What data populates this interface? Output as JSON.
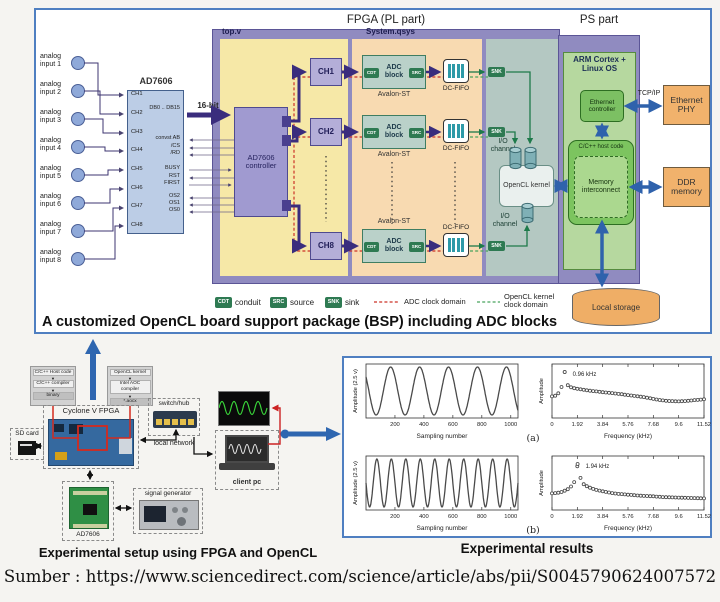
{
  "bsp": {
    "fpga_title": "FPGA (PL part)",
    "ps_title": "PS part",
    "topv": "top.v",
    "qsys": "System.qsys",
    "caption": "A customized OpenCL board support package (BSP) including ADC blocks",
    "analog_inputs": [
      "analog input 1",
      "analog input 2",
      "analog input 3",
      "analog input 4",
      "analog input 5",
      "analog input 6",
      "analog input 7",
      "analog input 8"
    ],
    "ad7606": {
      "label": "AD7606",
      "pins_left": [
        "CH1",
        "CH2",
        "CH3",
        "CH4",
        "CH5",
        "CH6",
        "CH7",
        "CH8"
      ],
      "pin_db": "DB0 .. DB15",
      "bus": "16-bit",
      "pins_ctrl": [
        "convst AB",
        "/CS",
        "/RD"
      ],
      "pins_status": [
        "BUSY",
        "RST",
        "FIRST"
      ],
      "pins_os": [
        "OS2",
        "OS1",
        "OS0"
      ]
    },
    "controller": "AD7606 controller",
    "channels": [
      "CH1",
      "CH2",
      "CH8"
    ],
    "adc": {
      "block": "ADC block",
      "avalon": "Avalon-ST",
      "fifo": "DC-FIFO",
      "cdt": "CDT",
      "src": "SRC",
      "snk": "SNK"
    },
    "io": {
      "channel": "I/O channel",
      "kernel": "OpenCL kernel"
    },
    "ps": {
      "arm": "ARM Cortex + Linux OS",
      "eth": "Ethernet controller",
      "host": "C/C++ host code",
      "mem": "Memory interconnect",
      "tcp": "TCP/IP",
      "phy": "Ethernet PHY",
      "ddr": "DDR memory",
      "storage": "Local storage"
    },
    "legend": {
      "cdt_tag": "CDT",
      "cdt": "conduit",
      "src_tag": "SRC",
      "src": "source",
      "snk_tag": "SNK",
      "snk": "sink",
      "adc_clock": "ADC clock domain",
      "opencl_clock": "OpenCL kernel clock domain"
    }
  },
  "setup": {
    "caption": "Experimental setup using FPGA and OpenCL",
    "flows": {
      "host": [
        "C/C++ Host code",
        "C/C++ compiler",
        "binary"
      ],
      "kernel": [
        "OpenCL kernel",
        "Intel AOC compiler",
        "*.aocx"
      ]
    },
    "fpga": "Cyclone V FPGA",
    "sd": "SD card",
    "switch": "switch/hub",
    "network": "local network",
    "client": "client pc",
    "siggen": "signal generator",
    "adc_board": "AD7606"
  },
  "results": {
    "caption": "Experimental results",
    "a": "(a)",
    "b": "(b)"
  },
  "source_line": "Sumber : https://www.sciencedirect.com/science/article/abs/pii/S0045790624007572",
  "colors": {
    "accent_blue": "#4f7fc1",
    "purple": "#908bc0",
    "yellow": "#f6e8a7",
    "orange_region": "#f8dab1",
    "teal": "#b4c8c2",
    "green_region": "#b6d89f",
    "tag_green": "#2e7a52",
    "arrow_purple": "#3a2d7d",
    "adc_clock_red": "#cc3327",
    "opencl_clock_green": "#49a35e",
    "box_orange": "#f1b26c"
  },
  "chart_data": [
    {
      "type": "line",
      "xlabel": "Sampling number",
      "ylabel": "Amplitude (2.5 v)",
      "xlim": [
        0,
        1050
      ],
      "x_ticks": [
        200,
        400,
        600,
        800,
        1000
      ],
      "signal": {
        "shape": "sine",
        "cycles": 5,
        "samples": 1000,
        "amplitude_v": 2.5,
        "frequency_khz": 0.96,
        "phase_deg": -216
      }
    },
    {
      "type": "scatter",
      "xlabel": "Frequency (kHz)",
      "ylabel": "Amplitude",
      "xlim": [
        0,
        11.52
      ],
      "x_ticks": [
        0,
        1.92,
        3.84,
        5.76,
        7.68,
        9.6,
        11.52
      ],
      "annotation": "0.96 kHz",
      "peak_khz": 0.96,
      "points_x": [
        0,
        0.3,
        0.5,
        0.7,
        0.85,
        0.96,
        1.1,
        1.3,
        1.6,
        1.92,
        2.5,
        3,
        3.84,
        4.5,
        5.3,
        5.76,
        6.5,
        7,
        7.68,
        8.2,
        8.8,
        9.6,
        10.2,
        10.8,
        11.52
      ],
      "points_y": [
        0.42,
        0.44,
        0.5,
        0.62,
        0.8,
        1.0,
        0.72,
        0.65,
        0.62,
        0.6,
        0.57,
        0.55,
        0.52,
        0.5,
        0.47,
        0.45,
        0.42,
        0.4,
        0.36,
        0.33,
        0.31,
        0.3,
        0.31,
        0.33,
        0.35
      ]
    },
    {
      "type": "line",
      "xlabel": "Sampling number",
      "ylabel": "Amplitude (2.5 v)",
      "xlim": [
        0,
        1050
      ],
      "x_ticks": [
        200,
        400,
        600,
        800,
        1000
      ],
      "signal": {
        "shape": "sine",
        "cycles": 10,
        "samples": 1000,
        "amplitude_v": 2.5,
        "frequency_khz": 1.94,
        "phase_deg": -180
      }
    },
    {
      "type": "scatter",
      "xlabel": "Frequency (kHz)",
      "ylabel": "Amplitude",
      "xlim": [
        0,
        11.52
      ],
      "x_ticks": [
        0,
        1.92,
        3.84,
        5.76,
        7.68,
        9.6,
        11.52
      ],
      "annotation": "1.94 kHz",
      "peak_khz": 1.94,
      "points_x": [
        0,
        0.4,
        0.8,
        1.2,
        1.5,
        1.7,
        1.85,
        1.94,
        2.05,
        2.2,
        2.4,
        2.7,
        3,
        3.4,
        3.84,
        4.5,
        5,
        5.76,
        6.5,
        7,
        7.68,
        8.5,
        9.6,
        10.5,
        11.52
      ],
      "points_y": [
        0.3,
        0.31,
        0.34,
        0.4,
        0.48,
        0.58,
        0.75,
        1.0,
        0.8,
        0.62,
        0.52,
        0.46,
        0.42,
        0.38,
        0.35,
        0.31,
        0.29,
        0.27,
        0.25,
        0.24,
        0.23,
        0.21,
        0.2,
        0.19,
        0.18
      ]
    }
  ]
}
